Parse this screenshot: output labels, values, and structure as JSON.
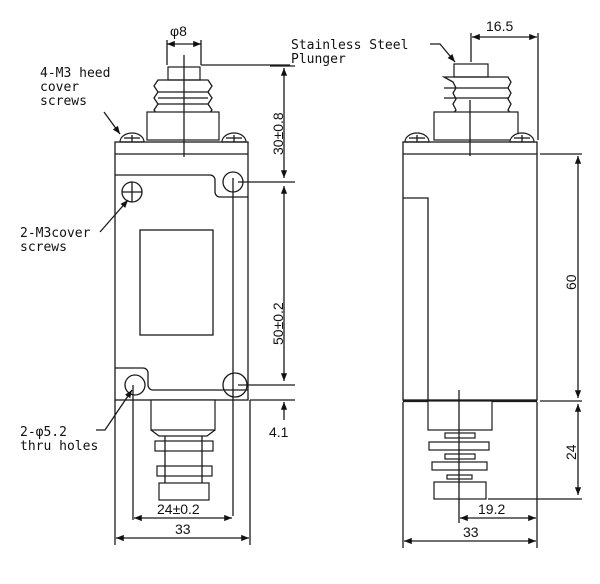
{
  "labels": {
    "plunger_dia": "φ8",
    "plunger_note_line1": "Stainless Steel",
    "plunger_note_line2": "Plunger",
    "head_screws_line1": "4-M3 heed",
    "head_screws_line2": "cover",
    "head_screws_line3": "screws",
    "cover_screws_line1": "2-M3cover",
    "cover_screws_line2": "screws",
    "holes_line1": "2-φ5.2",
    "holes_line2": "thru holes"
  },
  "dimensions": {
    "head_height": "30±0.8",
    "hole_spacing_vertical": "50±0.2",
    "hole_offset": "4.1",
    "hole_spacing_horizontal": "24±0.2",
    "front_width": "33",
    "plunger_offset": "16.5",
    "body_height": "60",
    "actuator_height": "24",
    "actuator_offset": "19.2",
    "side_width": "33"
  }
}
